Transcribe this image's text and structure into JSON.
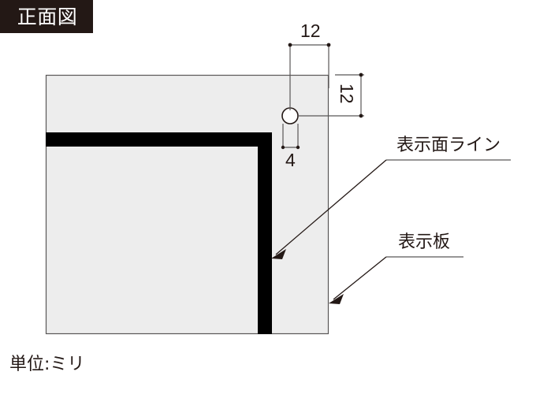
{
  "title_badge": {
    "label": "正面図"
  },
  "drawing": {
    "board": {
      "name": "表示板",
      "fill": "#ededed",
      "stroke": "#595757"
    },
    "face_line": {
      "name": "表示面ライン",
      "fill": "#000000"
    },
    "hole": {
      "fill": "#ffffff",
      "stroke": "#231815"
    }
  },
  "dimensions": {
    "hole_from_right_edge": "12",
    "hole_from_top_edge": "12",
    "hole_diameter": "4"
  },
  "callouts": {
    "face_line_label": "表示面ライン",
    "board_label": "表示板"
  },
  "unit_note": "単位:ミリ",
  "colors": {
    "badge_background": "#231815",
    "badge_text": "#ffffff",
    "board_fill": "#ededed",
    "frame_black": "#000000",
    "line_gray": "#595757",
    "page_background": "#ffffff"
  }
}
